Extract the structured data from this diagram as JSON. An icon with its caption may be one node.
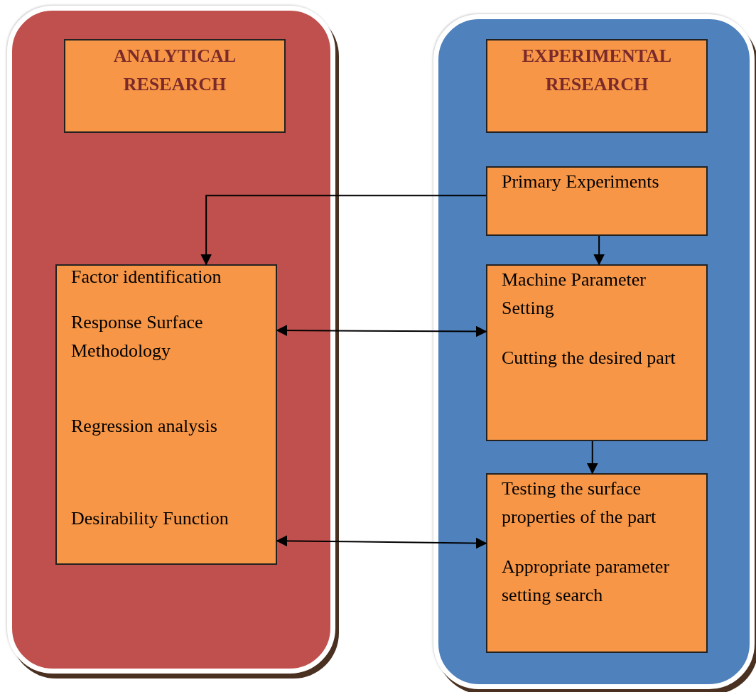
{
  "diagram": {
    "nodes": [
      {
        "text": [],
        "shape": "box"
      },
      {
        "text": [
          "ANALYTICAL RESEARCH"
        ],
        "in": 0
      },
      {
        "text": [
          "Factor identification",
          "Response Surface Methodology",
          "Regression analysis",
          "Desirability Function"
        ],
        "in": 0
      },
      {
        "text": [],
        "shape": "box"
      },
      {
        "text": [
          "EXPERIMENTAL RESEARCH"
        ],
        "in": 3
      },
      {
        "text": [
          "Primary Experiments"
        ],
        "in": 3
      },
      {
        "text": [
          "Machine Parameter Setting",
          "Cutting the desired part"
        ],
        "in": 3
      },
      {
        "text": [
          "Testing the surface properties of the part",
          "Appropriate parameter setting search"
        ],
        "in": 3
      }
    ],
    "edges": [
      {
        "from": 5,
        "to": 2,
        "arrow": "to"
      },
      {
        "from": 5,
        "to": 6,
        "arrow": "to"
      },
      {
        "from": 2,
        "to": 6,
        "arrow": "both"
      },
      {
        "from": 6,
        "to": 7,
        "arrow": "to"
      },
      {
        "from": 2,
        "to": 7,
        "arrow": "both"
      }
    ]
  }
}
